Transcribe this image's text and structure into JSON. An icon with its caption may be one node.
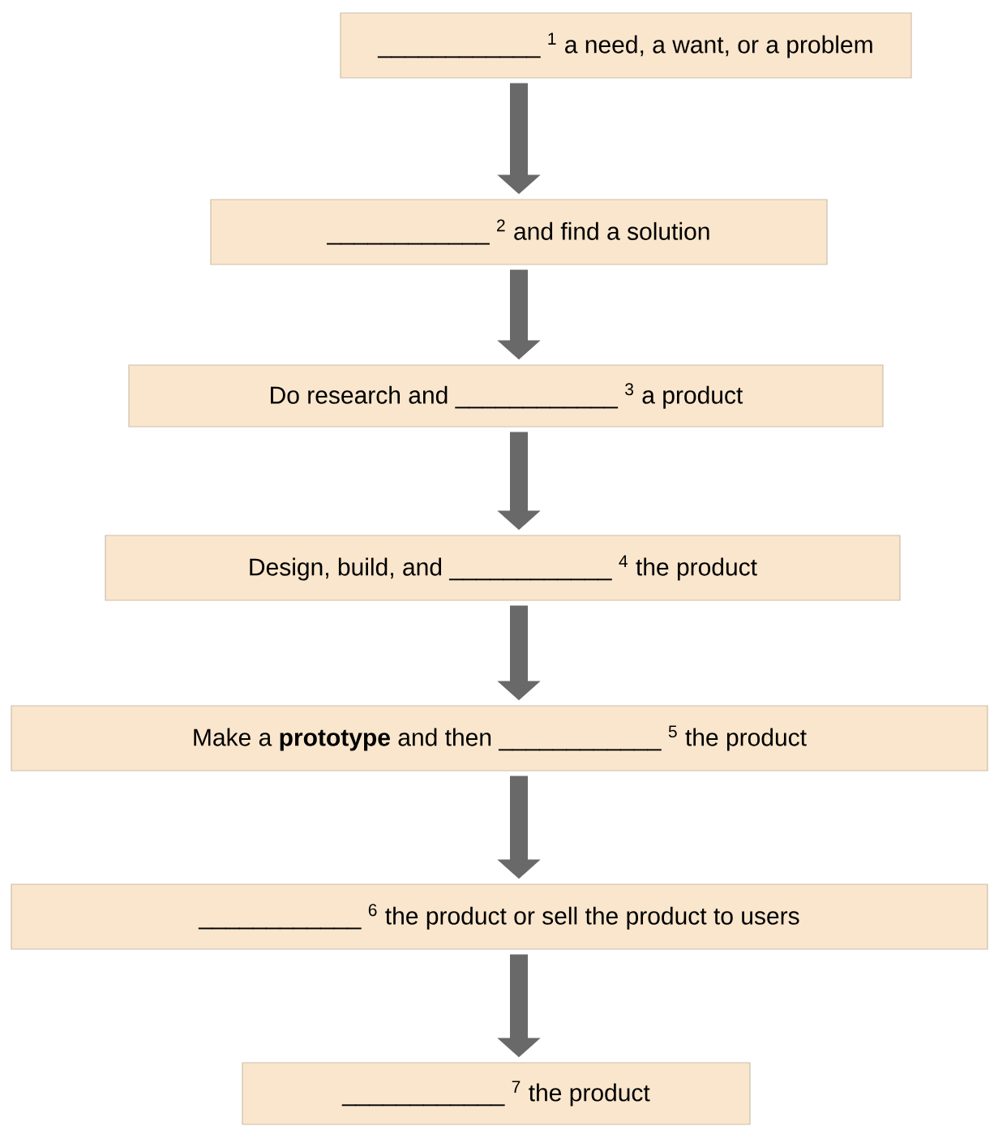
{
  "diagram": {
    "nodes": [
      {
        "text": [
          "____________ $^{1}$ a need, a want, or a problem"
        ]
      },
      {
        "text": [
          "____________ $^{2}$ and find a solution"
        ]
      },
      {
        "text": [
          "Do research and ____________ $^{3}$ a product"
        ]
      },
      {
        "text": [
          "Design, build, and ____________ $^{4}$ the product"
        ]
      },
      {
        "text": [
          "Make a **prototype** and then ____________ $^{5}$ the product"
        ]
      },
      {
        "text": [
          "____________ $^{6}$ the product or sell the product to users"
        ]
      },
      {
        "text": [
          "____________ $^{7}$ the product"
        ]
      }
    ],
    "edges": [
      {
        "from": 0,
        "to": 1,
        "arrow": "to"
      },
      {
        "from": 1,
        "to": 2,
        "arrow": "to"
      },
      {
        "from": 2,
        "to": 3,
        "arrow": "to"
      },
      {
        "from": 3,
        "to": 4,
        "arrow": "to"
      },
      {
        "from": 4,
        "to": 5,
        "arrow": "to"
      },
      {
        "from": 5,
        "to": 6,
        "arrow": "to"
      }
    ]
  }
}
